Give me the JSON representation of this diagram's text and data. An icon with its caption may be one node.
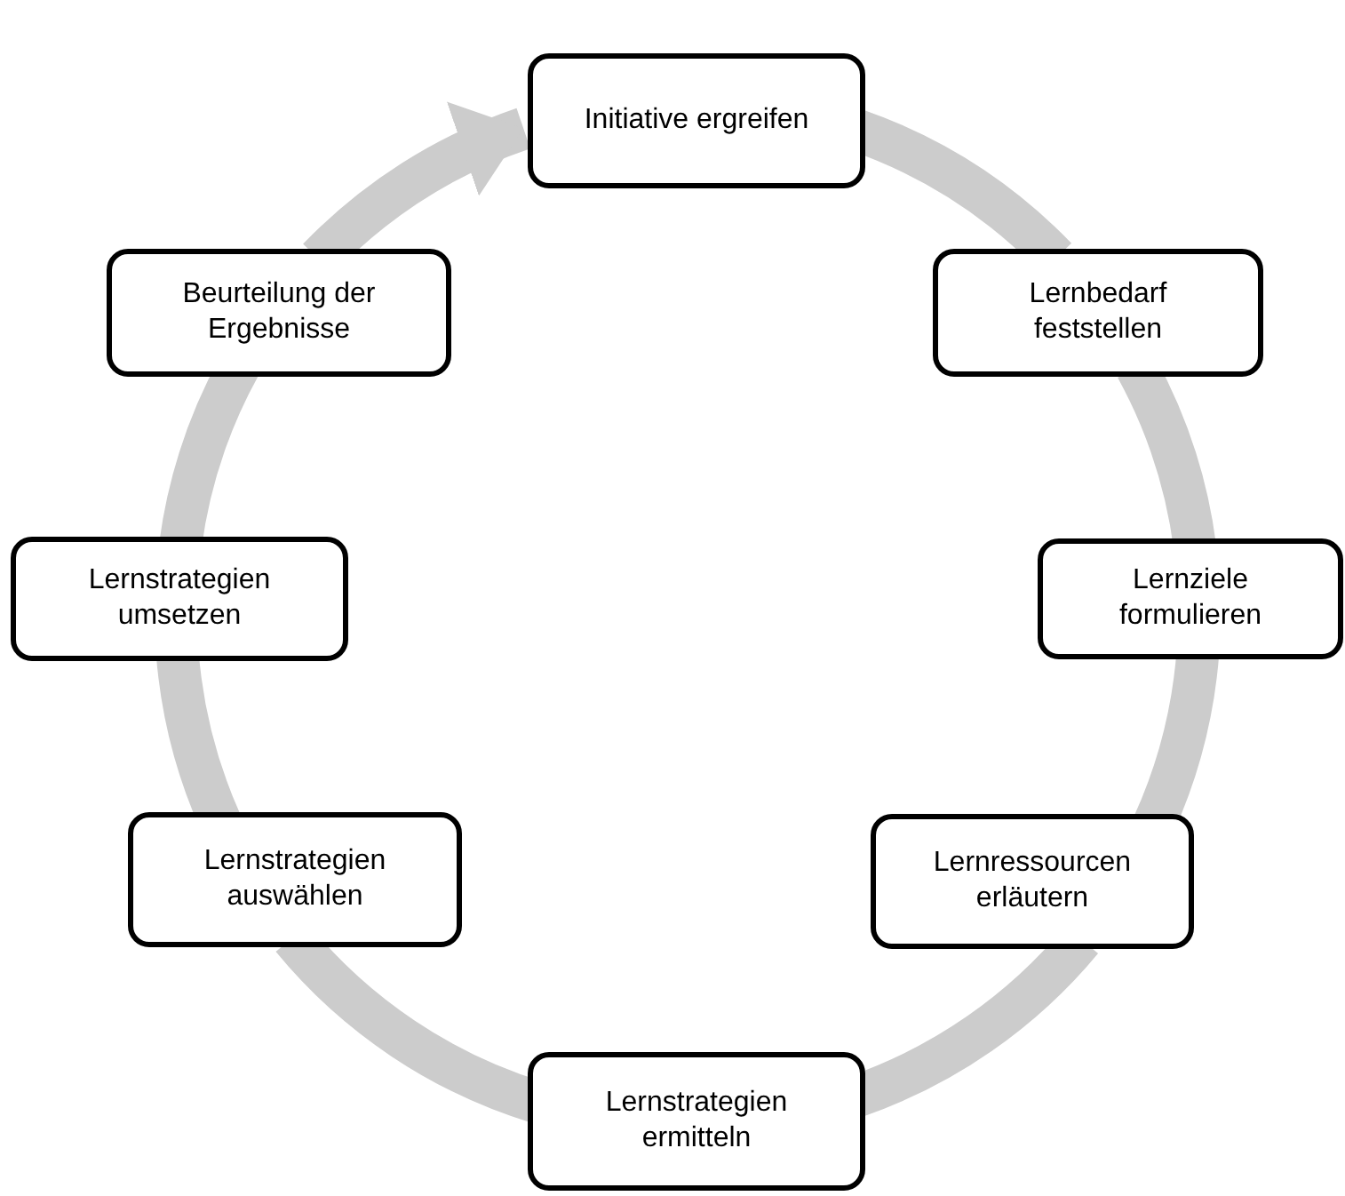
{
  "diagram": {
    "nodes": [
      {
        "text": [
          "Initiative ergreifen"
        ]
      },
      {
        "text": [
          "Lernbedarf feststellen"
        ]
      },
      {
        "text": [
          "Lernziele formulieren"
        ]
      },
      {
        "text": [
          "Lernressourcen erläutern"
        ]
      },
      {
        "text": [
          "Lernstrategien ermitteln"
        ]
      },
      {
        "text": [
          "Lernstrategien auswählen"
        ]
      },
      {
        "text": [
          "Lernstrategien umsetzen"
        ]
      },
      {
        "text": [
          "Beurteilung der Ergebnisse"
        ]
      }
    ],
    "edges": [
      {
        "from": 0,
        "to": 1,
        "arrow": "none"
      },
      {
        "from": 1,
        "to": 2,
        "arrow": "none"
      },
      {
        "from": 2,
        "to": 3,
        "arrow": "none"
      },
      {
        "from": 3,
        "to": 4,
        "arrow": "none"
      },
      {
        "from": 4,
        "to": 5,
        "arrow": "none"
      },
      {
        "from": 5,
        "to": 6,
        "arrow": "none"
      },
      {
        "from": 6,
        "to": 7,
        "arrow": "none"
      },
      {
        "from": 7,
        "to": 0,
        "arrow": "to"
      }
    ]
  }
}
